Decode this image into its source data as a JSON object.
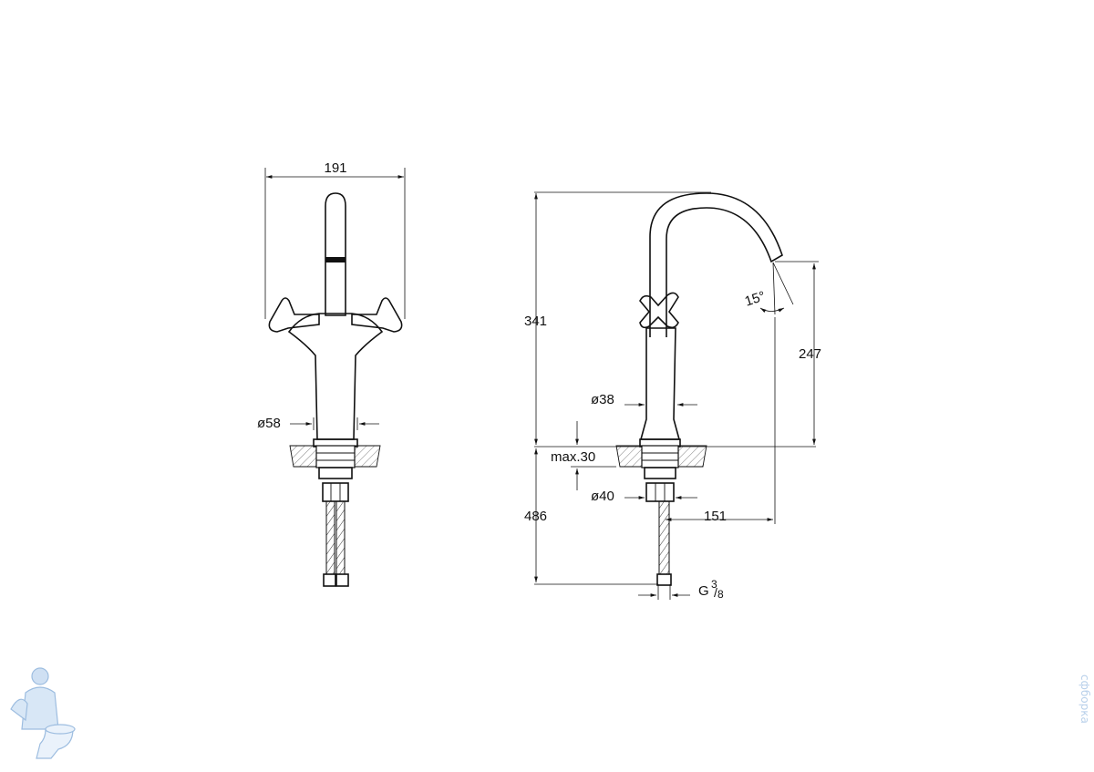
{
  "dimensions": {
    "front_width": "191",
    "front_base_dia": "ø58",
    "height_total": "341",
    "spout_height": "247",
    "spout_angle": "15°",
    "body_dia": "ø38",
    "max_thickness": "max.30",
    "shank_dia": "ø40",
    "hose_length": "486",
    "spout_reach": "151",
    "thread_base": "G",
    "thread_num": "3",
    "thread_den": "8"
  },
  "watermark": {
    "vertical_text": "сфборка"
  },
  "colors": {
    "line": "#111111",
    "watermark": "#b8d0ea"
  }
}
